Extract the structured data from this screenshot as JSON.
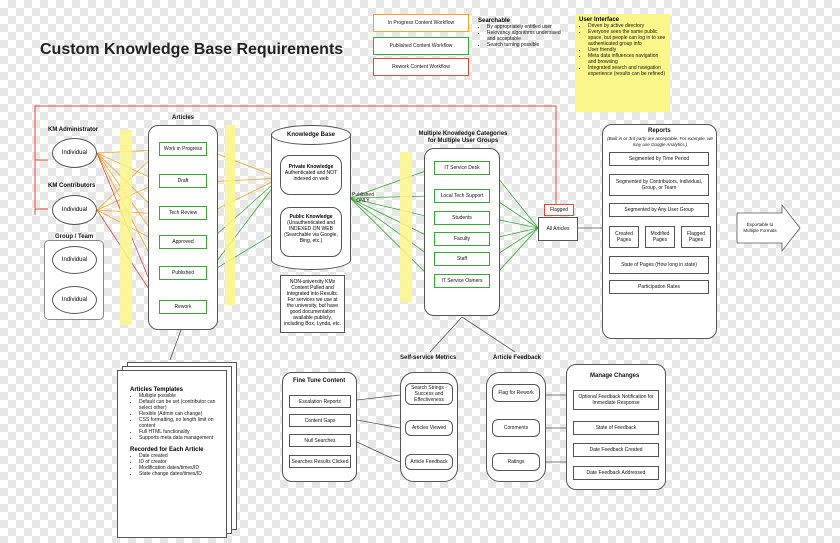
{
  "title": "Custom Knowledge Base Requirements",
  "legend": {
    "in_progress": "In Progress Content Workflow",
    "published": "Published Content Workflow",
    "rework": "Rework Content Workflow"
  },
  "searchable": {
    "heading": "Searchable",
    "items": [
      "By appropriately entitled user",
      "Relovancy algorithms undersised and acceptable",
      "Search turning possible"
    ]
  },
  "user_interface": {
    "heading": "User Interface",
    "items": [
      "Driven by active directory",
      "Everyone sees the same public space, but people can log in to see authenticated group info",
      "User friendly",
      "Meta data influences navigation and browsing",
      "Integrated search and navigation experience (results can be refined)"
    ]
  },
  "actors": {
    "km_admin": "KM Administrator",
    "km_contrib": "KM Contributors",
    "group_team": "Group / Team",
    "individual": "Individual"
  },
  "articles": {
    "heading": "Articles",
    "states": [
      "Work in Progress",
      "Draft",
      "Tech Review",
      "Approved",
      "Published",
      "Rework"
    ]
  },
  "kb": {
    "heading": "Knowledge Base",
    "private_title": "Private Knowledge",
    "private_desc": "Authenticated and NOT indexed on web",
    "public_title": "Public Knowledge",
    "public_desc": "(Unauthenticated and INDEXED ON WEB (Searchable via Google, Bing, etc.)",
    "non_university": "NON-university KMs Content Pulled and Integrated into Results. For services we use at the university, but have good documentation available publicly, including Box, Lynda, etc."
  },
  "published_only": "Published ONLY",
  "categories": {
    "heading": "Multiple Knowledge Categories for Multiple User Groups",
    "items": [
      "IT Service Desk",
      "Local Tech Support",
      "Students",
      "Faculty",
      "Staff",
      "IT Service Owners"
    ]
  },
  "flagged": "Flagged",
  "all_articles": "All Articles",
  "reports": {
    "heading": "Reports",
    "sub": "(Built in or 3rd party are acceptable. For example, we may use Google Analytics.)",
    "items": {
      "time_period": "Segmented by Time Period",
      "contrib": "Segmented by Contributors, Individual, Group, or Team",
      "user_group": "Segmented by Any User Group",
      "created": "Created Pages",
      "modified": "Modified Pages",
      "flagged": "Flagged Pages",
      "state": "State of Pages (How long in state)",
      "participation": "Participation Rates"
    }
  },
  "exportable": "Exportable to Multiple Formats",
  "templates": {
    "heading": "Articles Templates",
    "items": [
      "Multiple possible",
      "Default can be set (contributor can select other)",
      "Flexible (Admin can change)",
      "CSS formatting, no length limit on content",
      "Full HTML functionality",
      "Supports meta data management"
    ],
    "recorded_heading": "Recorded for Each Article",
    "recorded_items": [
      "Date created",
      "ID of creator",
      "Modification dates/times/ID",
      "State change dates/times/ID"
    ]
  },
  "fine_tune": {
    "heading": "Fine Tune Content",
    "items": [
      "Escalation Reports",
      "Content Gaps",
      "Null Searches",
      "Searches Results Clicked"
    ]
  },
  "self_service": {
    "heading": "Self-service Metrics",
    "items": [
      "Search Strings - Success and Effectiveness",
      "Articles Viewed",
      "Article Feedback"
    ]
  },
  "article_feedback": {
    "heading": "Article Feedback",
    "items": [
      "Flag for Rework",
      "Comments",
      "Ratings"
    ]
  },
  "manage_changes": {
    "heading": "Manage Changes",
    "items": [
      "Optional Feedback Notification for Immediate Response",
      "State of Feedback",
      "Date Feedback Created",
      "Date Feedback Addressed"
    ]
  },
  "colors": {
    "in_progress": "#f5a623",
    "published": "#3aa83a",
    "rework": "#e04b3c",
    "highlight": "#fbf68a"
  }
}
